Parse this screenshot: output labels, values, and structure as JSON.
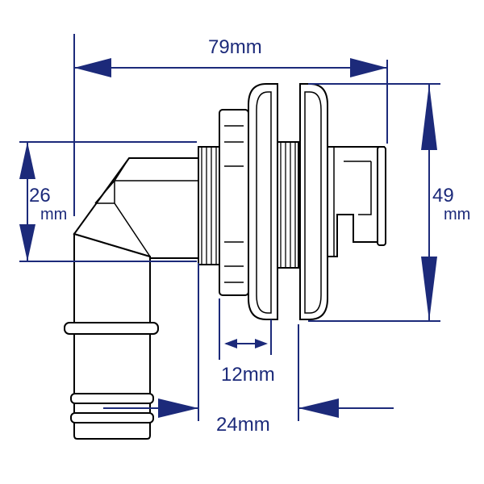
{
  "dimensions": {
    "overall_length": "79mm",
    "elbow_height_value": "26",
    "elbow_height_unit": "mm",
    "flange_height_value": "49",
    "flange_height_unit": "mm",
    "nut_width": "12mm",
    "thread_length": "24mm"
  },
  "colors": {
    "dimension": "#1c2a7a",
    "outline": "#000000",
    "background": "#ffffff"
  }
}
